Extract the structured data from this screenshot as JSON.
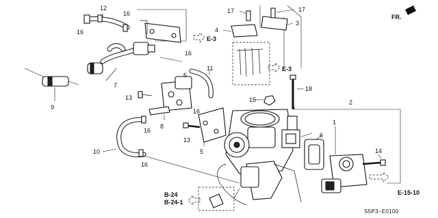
{
  "diagram": {
    "callouts": [
      "12",
      "16",
      "16",
      "7",
      "6",
      "9",
      "11",
      "16",
      "13",
      "16",
      "8",
      "16",
      "10",
      "16",
      "17",
      "17",
      "4",
      "3",
      "15",
      "18",
      "2",
      "1",
      "6",
      "14",
      "13",
      "5"
    ],
    "refs": {
      "e3_top": "E-3",
      "e3_mid": "E-3",
      "b24": "B-24",
      "b24_1": "B-24-1",
      "e15_10": "E-15-10"
    },
    "direction": "FR.",
    "code": "S5P3−E0100"
  }
}
